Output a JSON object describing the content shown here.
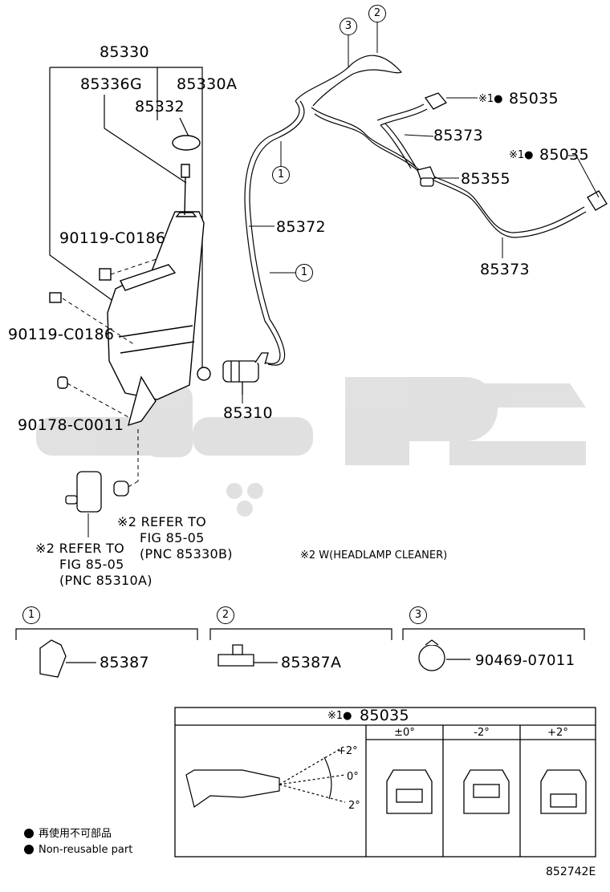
{
  "assembly": {
    "main_part": "85330",
    "sub_parts": [
      "85336G",
      "85330A",
      "85332"
    ],
    "bolt_upper": "90119-C0186",
    "bolt_lower": "90119-C0186",
    "clip": "90178-C0011",
    "pump": "85310"
  },
  "hoses": {
    "hose_main": "85372",
    "hose_upper": "85373",
    "hose_lower": "85373",
    "joint": "85355",
    "nozzle_upper_mark": "※1●",
    "nozzle_upper": "85035",
    "nozzle_lower_mark": "※1●",
    "nozzle_lower": "85035"
  },
  "callouts": {
    "c1": "1",
    "c2": "2",
    "c3": "3",
    "c1b": "1",
    "c1c": "1"
  },
  "refer_right": {
    "line1": "※2 REFER TO",
    "line2": "FIG 85-05",
    "line3": "(PNC 85330B)"
  },
  "refer_left": {
    "line1": "※2 REFER TO",
    "line2": "FIG 85-05",
    "line3": "(PNC 85310A)"
  },
  "note_headlamp": "※2 W(HEADLAMP CLEANER)",
  "clips_legend": [
    {
      "num": "1",
      "part": "85387"
    },
    {
      "num": "2",
      "part": "85387A"
    },
    {
      "num": "3",
      "part": "90469-07011"
    }
  ],
  "angle_table": {
    "header_mark": "※1●",
    "header_part": "85035",
    "columns": [
      "±0°",
      "-2°",
      "+2°"
    ],
    "angles": [
      "+2°",
      "0°",
      "2°"
    ]
  },
  "legend": {
    "jp": "再使用不可部品",
    "en": "Non-reusable part"
  },
  "figure_id": "852742E"
}
